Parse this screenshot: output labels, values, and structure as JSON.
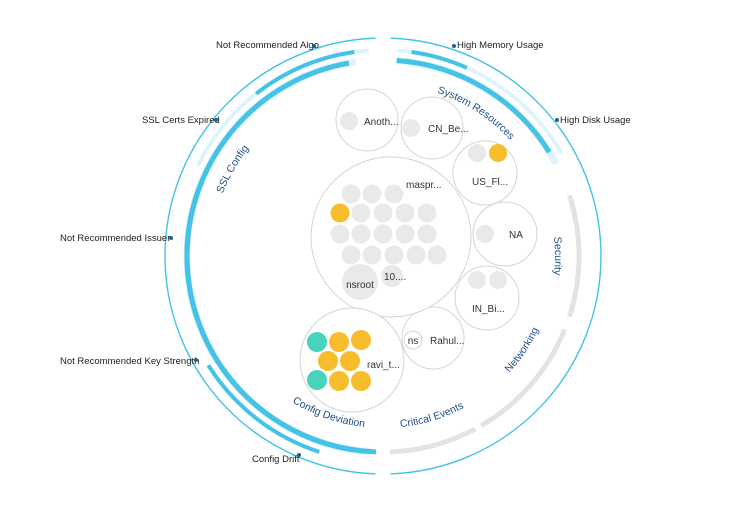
{
  "colors": {
    "accent_blue": "#45c3e6",
    "light_blue": "#dff3fa",
    "gray_track": "#e3e3e3",
    "segment_text": "#1f4e8a",
    "bubble_orange": "#f7bd2c",
    "bubble_teal": "#47d4bd",
    "bubble_gray": "#e9e9ea"
  },
  "segments": [
    {
      "name": "SSL Config",
      "color": "accent_blue"
    },
    {
      "name": "System Resources",
      "color": "accent_blue"
    },
    {
      "name": "Security",
      "color": "gray_track"
    },
    {
      "name": "Networking",
      "color": "gray_track"
    },
    {
      "name": "Critical Events",
      "color": "gray_track"
    },
    {
      "name": "Config Deviation",
      "color": "accent_blue"
    }
  ],
  "outer_labels": [
    {
      "text": "Not Recommended Algo",
      "icon": "marker-dot"
    },
    {
      "text": "High Memory Usage",
      "icon": "marker-dot"
    },
    {
      "text": "SSL Certs Expired",
      "icon": "marker-dot"
    },
    {
      "text": "High Disk Usage",
      "icon": "marker-dot"
    },
    {
      "text": "Not Recommended Issuer",
      "icon": "marker-dot"
    },
    {
      "text": "Not Recommended Key Strength",
      "icon": "marker-dot"
    },
    {
      "text": "Config Drift",
      "icon": "marker-dot"
    }
  ],
  "bubbles": [
    {
      "label": "Anoth...",
      "dots": [
        "gray"
      ]
    },
    {
      "label": "CN_Be...",
      "dots": [
        "gray"
      ]
    },
    {
      "label": "US_Fl...",
      "dots": [
        "gray",
        "orange"
      ]
    },
    {
      "label": "NA",
      "dots": [
        "gray"
      ]
    },
    {
      "label": "IN_Bi...",
      "dots": [
        "gray",
        "gray"
      ]
    },
    {
      "label": "Rahul...",
      "dots": []
    },
    {
      "label": "maspr...",
      "dots": []
    },
    {
      "label": "nsroot",
      "dots": []
    },
    {
      "label": "10....",
      "dots": []
    },
    {
      "label": "ns",
      "dots": []
    },
    {
      "label": "ravi_t...",
      "dots": [
        "teal",
        "orange",
        "orange",
        "orange",
        "orange",
        "orange",
        "teal",
        "orange",
        "orange"
      ]
    }
  ]
}
